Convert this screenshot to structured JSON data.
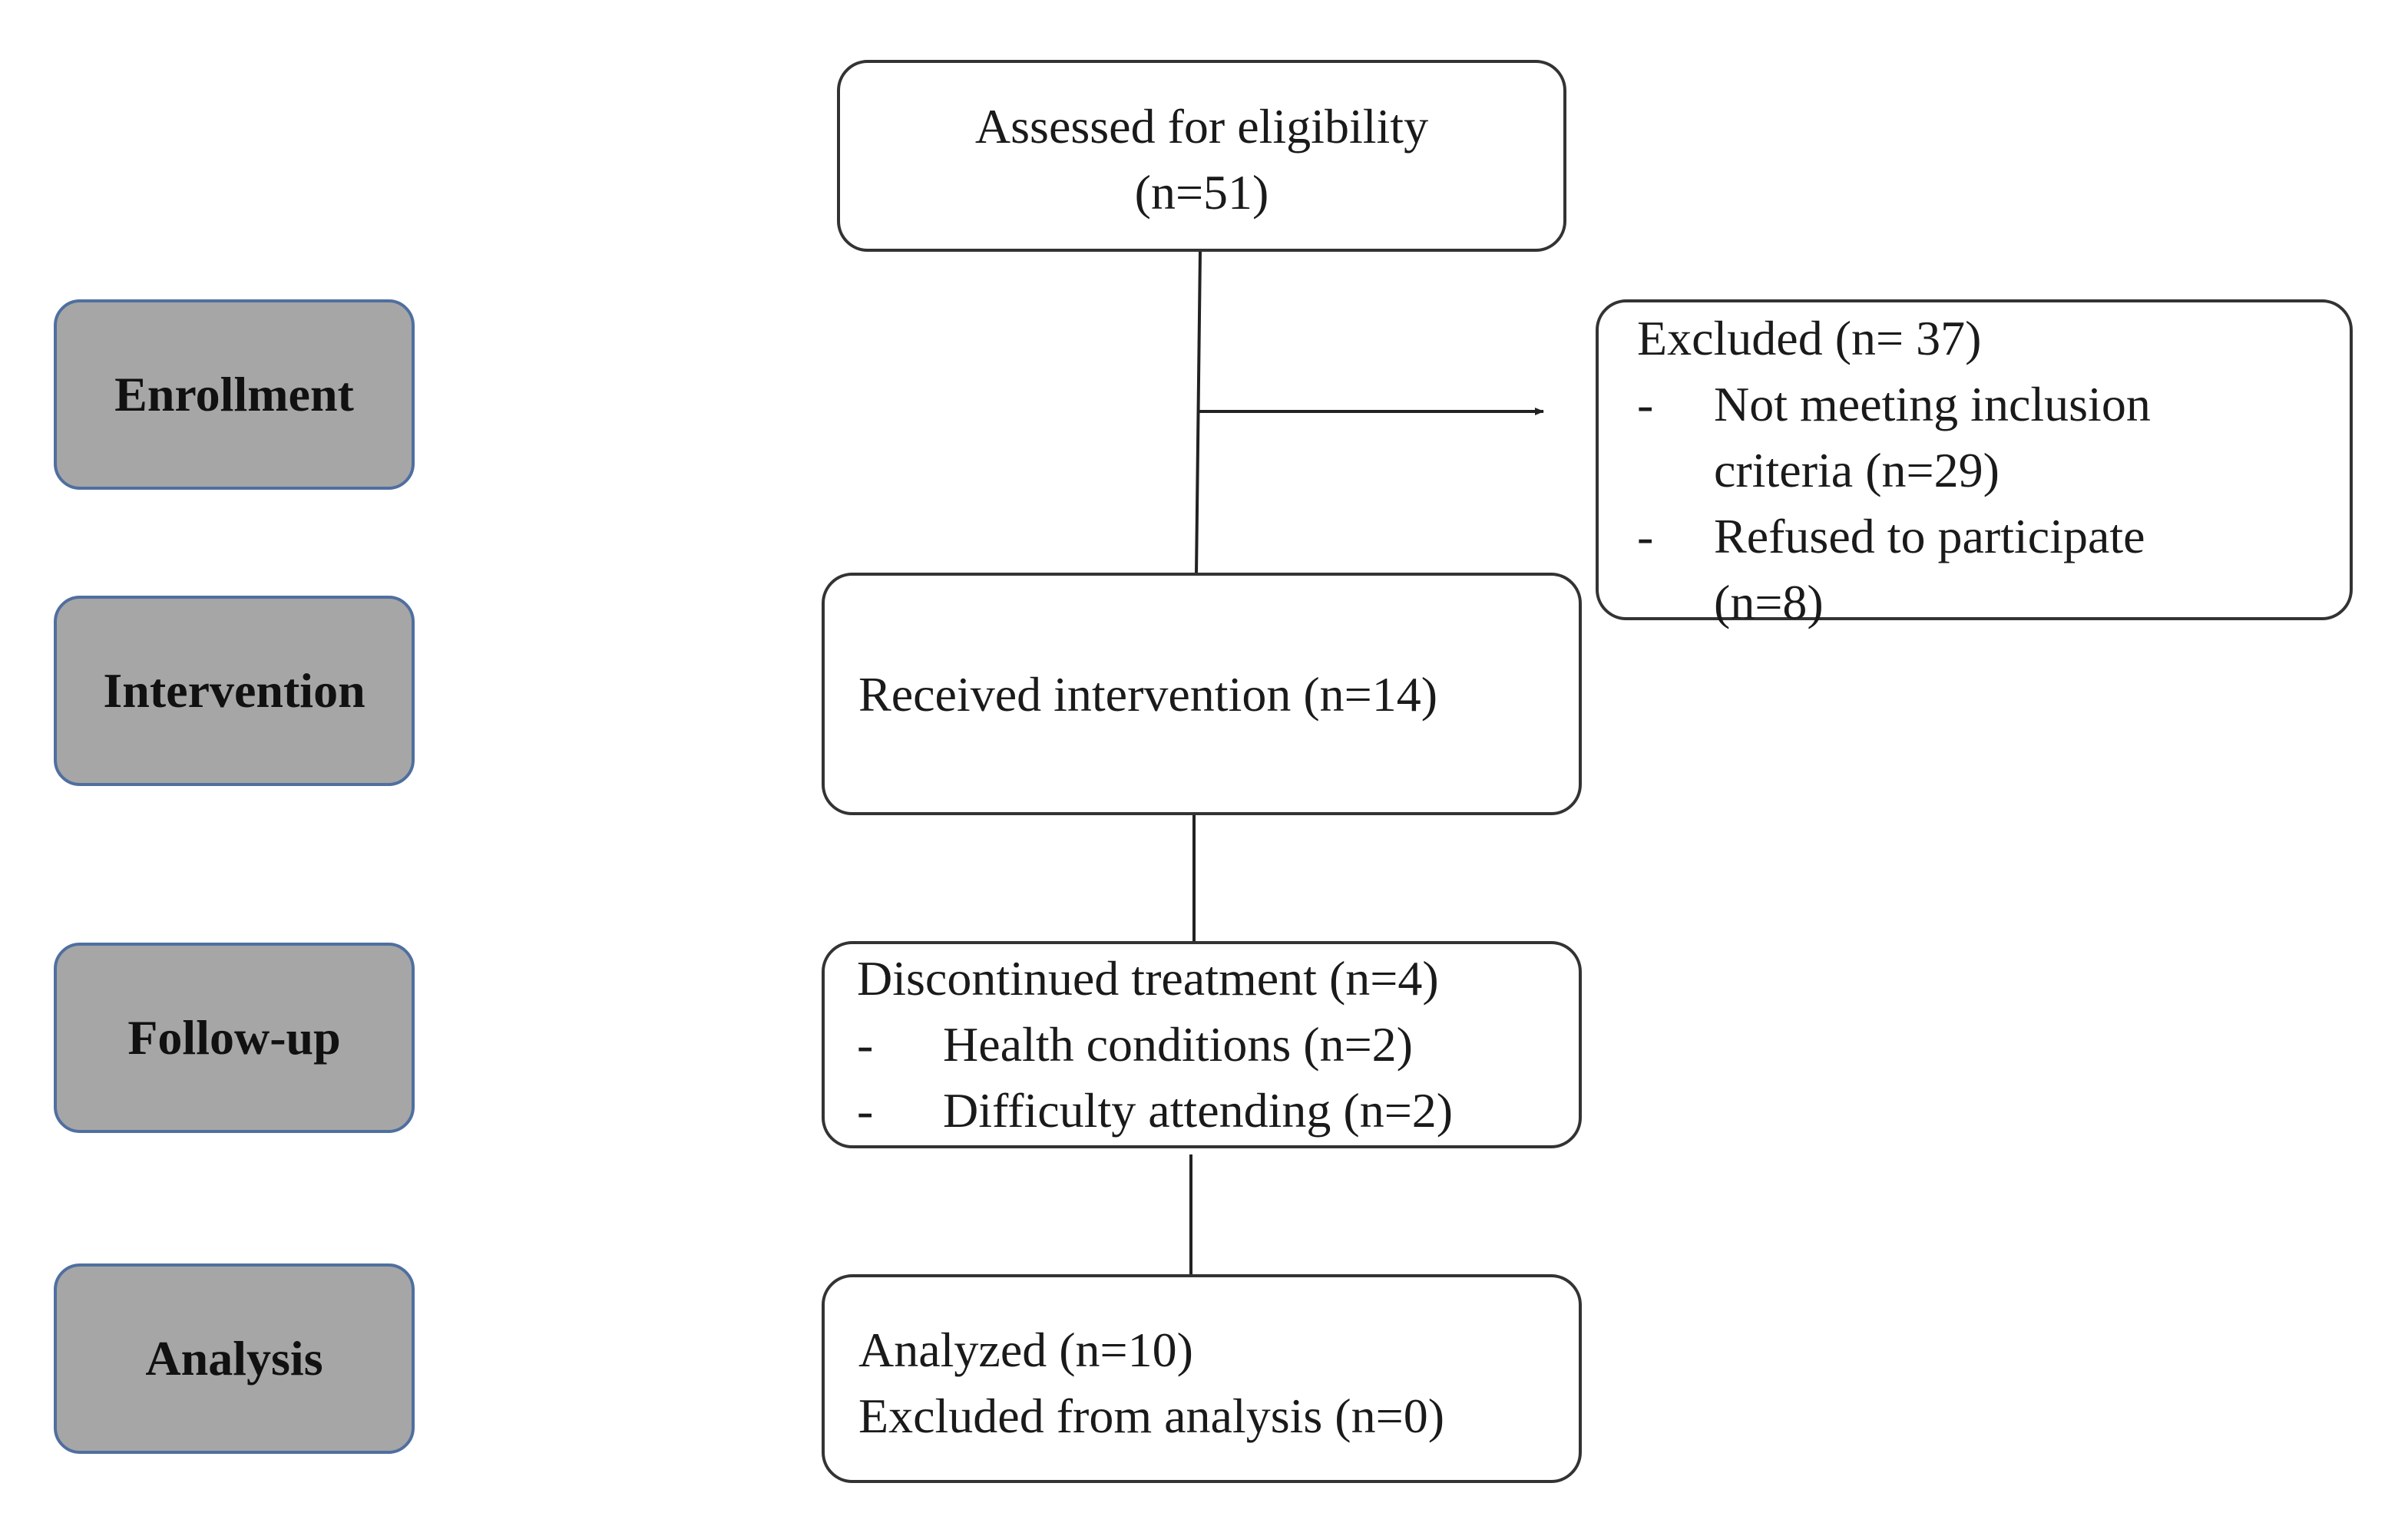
{
  "phases": {
    "enrollment": "Enrollment",
    "intervention": "Intervention",
    "follow_up": "Follow-up",
    "analysis": "Analysis"
  },
  "assessed": {
    "line1": "Assessed  for eligibility",
    "line2": "(n=51)"
  },
  "excluded": {
    "title": "Excluded (n= 37)",
    "items": [
      {
        "dash": "-",
        "line1": "Not meeting  inclusion",
        "line2": "criteria (n=29)"
      },
      {
        "dash": "-",
        "line1": "Refused to participate",
        "line2": "(n=8)"
      }
    ]
  },
  "intervention_box": {
    "text": "Received  intervention  (n=14)"
  },
  "discontinued": {
    "title": "Discontinued  treatment  (n=4)",
    "items": [
      {
        "dash": "-",
        "text": "Health conditions  (n=2)"
      },
      {
        "dash": "-",
        "text": "Difficulty attending  (n=2)"
      }
    ]
  },
  "analysis_box": {
    "line1": "Analyzed  (n=10)",
    "line2": "Excluded  from analysis  (n=0)"
  },
  "colors": {
    "phase_fill": "#a6a6a6",
    "phase_border": "#4f6f9f",
    "box_border": "#333333",
    "line": "#222222"
  }
}
